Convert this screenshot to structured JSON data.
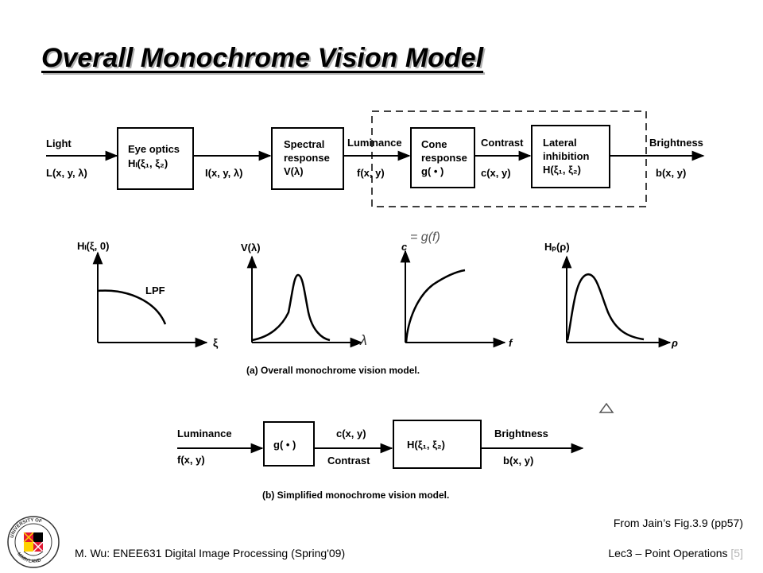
{
  "slide": {
    "title": "Overall Monochrome Vision Model",
    "credit": "From Jain’s Fig.3.9 (pp57)",
    "footer_left": "M. Wu: ENEE631 Digital Image Processing (Spring'09)",
    "footer_right": "Lec3 – Point Operations",
    "page_number": "[5]",
    "logo_text": "UNIVERSITY OF MARYLAND"
  },
  "diagram_a": {
    "caption": "(a)  Overall monochrome vision model.",
    "input_label": "Light",
    "input_signal": "L(x, y, λ)",
    "blocks": [
      {
        "line1": "Eye optics",
        "line2": "Hₗ(ξ₁, ξ₂)"
      },
      {
        "line1": "Spectral",
        "line2": "response",
        "line3": "V(λ)"
      },
      {
        "line1": "Cone",
        "line2": "response",
        "line3": "g( • )"
      },
      {
        "line1": "Lateral",
        "line2": "inhibition",
        "line3": "H(ξ₁, ξ₂)"
      }
    ],
    "signals": [
      {
        "name": "",
        "expr": "I(x, y, λ)"
      },
      {
        "name": "Luminance",
        "expr": "f(x, y)"
      },
      {
        "name": "Contrast",
        "expr": "c(x, y)"
      },
      {
        "name": "Brightness",
        "expr": "b(x, y)"
      }
    ],
    "plots": [
      {
        "ylabel": "Hₗ(ξ, 0)",
        "xlabel": "ξ",
        "annotation": "LPF"
      },
      {
        "ylabel": "V(λ)",
        "xlabel": "λ",
        "annotation": ""
      },
      {
        "ylabel": "c",
        "xlabel": "f",
        "annotation": "= g(f)"
      },
      {
        "ylabel": "Hₚ(ρ)",
        "xlabel": "ρ",
        "annotation": ""
      }
    ]
  },
  "diagram_b": {
    "caption": "(b)  Simplified monochrome vision model.",
    "input_name": "Luminance",
    "input_expr": "f(x, y)",
    "block1": "g( • )",
    "mid_expr": "c(x, y)",
    "mid_name": "Contrast",
    "block2": "H(ξ₁, ξ₂)",
    "output_name": "Brightness",
    "output_expr": "b(x, y)"
  }
}
